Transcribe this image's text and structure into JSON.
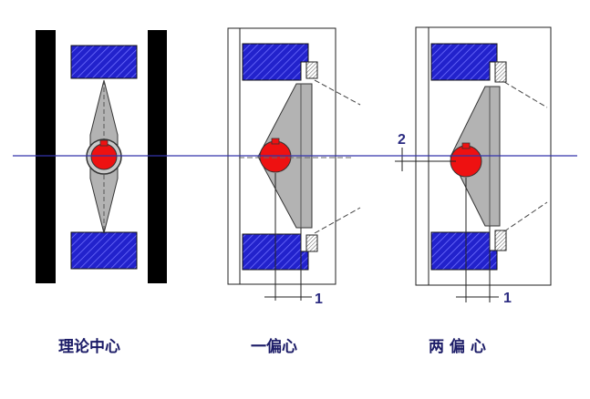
{
  "captions": {
    "theoretical_center": "理论中心",
    "single_offset": "一偏心",
    "double_offset": "两 偏 心"
  },
  "dimensions": {
    "single_offset_label": "1",
    "double_offset_label_1": "1",
    "double_offset_label_2": "2"
  },
  "colors": {
    "seat": "#2222cc",
    "hub": "#ee1111",
    "disc": "#b3b3b3",
    "centerline": "#3333aa"
  }
}
